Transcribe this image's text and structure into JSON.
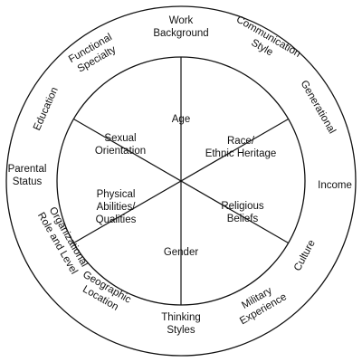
{
  "diagram": {
    "inner_segments": [
      {
        "lines": [
          "Age"
        ]
      },
      {
        "lines": [
          "Race/",
          "Ethnic Heritage"
        ]
      },
      {
        "lines": [
          "Religious",
          "Beliefs"
        ]
      },
      {
        "lines": [
          "Gender"
        ]
      },
      {
        "lines": [
          "Physical",
          "Abilities/",
          "Qualities"
        ]
      },
      {
        "lines": [
          "Sexual",
          "Orientation"
        ]
      }
    ],
    "outer_labels": [
      {
        "lines": [
          "Work",
          "Background"
        ]
      },
      {
        "lines": [
          "Communication",
          "Style"
        ]
      },
      {
        "lines": [
          "Generational"
        ]
      },
      {
        "lines": [
          "Income"
        ]
      },
      {
        "lines": [
          "Culture"
        ]
      },
      {
        "lines": [
          "Military",
          "Experience"
        ]
      },
      {
        "lines": [
          "Thinking",
          "Styles"
        ]
      },
      {
        "lines": [
          "Geographic",
          "Location"
        ]
      },
      {
        "lines": [
          "Organizational",
          "Role and Level"
        ]
      },
      {
        "lines": [
          "Parental",
          "Status"
        ]
      },
      {
        "lines": [
          "Education"
        ]
      },
      {
        "lines": [
          "Functional",
          "Specialty"
        ]
      }
    ]
  }
}
